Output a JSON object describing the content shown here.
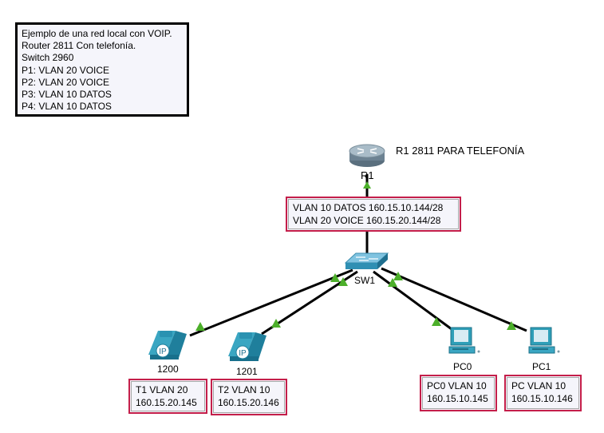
{
  "note": {
    "lines": [
      "Ejemplo de una red local con VOIP.",
      "Router 2811 Con telefonía.",
      "Switch 2960",
      "P1: VLAN 20 VOICE",
      "P2: VLAN 20 VOICE",
      "P3: VLAN 10 DATOS",
      "P4: VLAN 10 DATOS"
    ]
  },
  "router": {
    "name": "R1",
    "description": "R1 2811 PARA TELEFONÍA"
  },
  "vlan_box": {
    "line1": "VLAN 10 DATOS 160.15.10.144/28",
    "line2": "VLAN 20 VOICE 160.15.20.144/28"
  },
  "switch": {
    "name": "SW1"
  },
  "phones": [
    {
      "name": "1200",
      "label1": "T1 VLAN 20",
      "label2": "160.15.20.145"
    },
    {
      "name": "1201",
      "label1": "T2 VLAN 10",
      "label2": "160.15.20.146"
    }
  ],
  "pcs": [
    {
      "name": "PC0",
      "label1": "PC0 VLAN 10",
      "label2": "160.15.10.145"
    },
    {
      "name": "PC1",
      "label1": "PC VLAN 10",
      "label2": "160.15.10.146"
    }
  ],
  "colors": {
    "link": "#000000",
    "link_up": "#4caf2a",
    "box_border": "#c41e4a",
    "device_body": "#2f9fb8"
  }
}
